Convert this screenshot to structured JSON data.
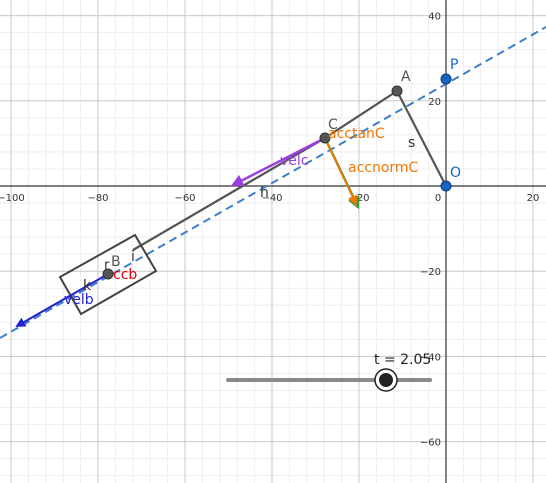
{
  "axes": {
    "x_range": [
      -105,
      25
    ],
    "y_range": [
      -70,
      43
    ],
    "x_ticks": [
      "−100",
      "−80",
      "−60",
      "−40",
      "−20",
      "0",
      "20"
    ],
    "y_ticks": [
      "40",
      "20",
      "−20",
      "−40",
      "−60"
    ],
    "major_step": 20,
    "minor_step": 4
  },
  "labels": {
    "A": "A",
    "P": "P",
    "O": "O",
    "C": "C",
    "B": "B",
    "s": "s",
    "h": "h",
    "k": "k",
    "i": "i",
    "r": "r",
    "velc": "velc",
    "accnormC": "accnormC",
    "acctanC": "acctanC",
    "velb": "velb",
    "accb": "ccb"
  },
  "slider": {
    "label": "t = 2.05",
    "value": 2.05
  },
  "points": {
    "A": [
      -11.5,
      21.8
    ],
    "P": [
      0,
      24.5
    ],
    "O": [
      0,
      0
    ],
    "C": [
      -28,
      11
    ],
    "B": [
      -80,
      -20.5
    ]
  },
  "colors": {
    "dashed_line": "#3d7fc8",
    "point_blue": "#1565c0",
    "point_dark": "#555555",
    "velc": "#9b40e0",
    "accnormC": "#2ea043",
    "acctanC": "#f07800",
    "velb": "#2222d0",
    "accb": "#e00000",
    "grid_minor": "#eeeeee",
    "grid_major": "#c8c8c8",
    "axis": "#333333"
  }
}
